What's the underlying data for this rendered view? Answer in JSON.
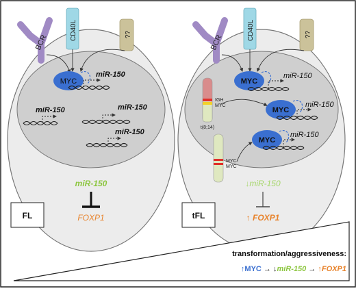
{
  "receptors": {
    "bcr": "BCR",
    "cd40l": "CD40L",
    "unknown": "??"
  },
  "genes": {
    "myc": "MYC",
    "mir150": "miR-150",
    "foxp1": "FOXP1"
  },
  "fl_panel": {
    "label": "FL",
    "mir150": "miR-150",
    "foxp1": "FOXP1"
  },
  "tfl_panel": {
    "label": "tFL",
    "translocation": "t(8;14)",
    "igh_myc_top": "IGH",
    "igh_myc_bottom": "MYC",
    "amp_top": "MYC",
    "amp_bottom": "MYC",
    "mir150": "↓miR-150",
    "foxp1": "↑ FOXP1"
  },
  "legend": {
    "title": "transformation/aggressiveness:",
    "up1": "↑",
    "myc": "MYC",
    "arrow1": " → ",
    "down": "↓",
    "mir150": "miR-150",
    "arrow2": " → ",
    "up2": "↑",
    "foxp1": "FOXP1"
  },
  "colors": {
    "myc_blue": "#3a6fd0",
    "mir_green": "#8cc63f",
    "foxp1_orange": "#e8822a",
    "bcr_purple": "#a08ac4",
    "cd40l_cyan": "#9fd8e6",
    "unknown_tan": "#cbc29a"
  }
}
